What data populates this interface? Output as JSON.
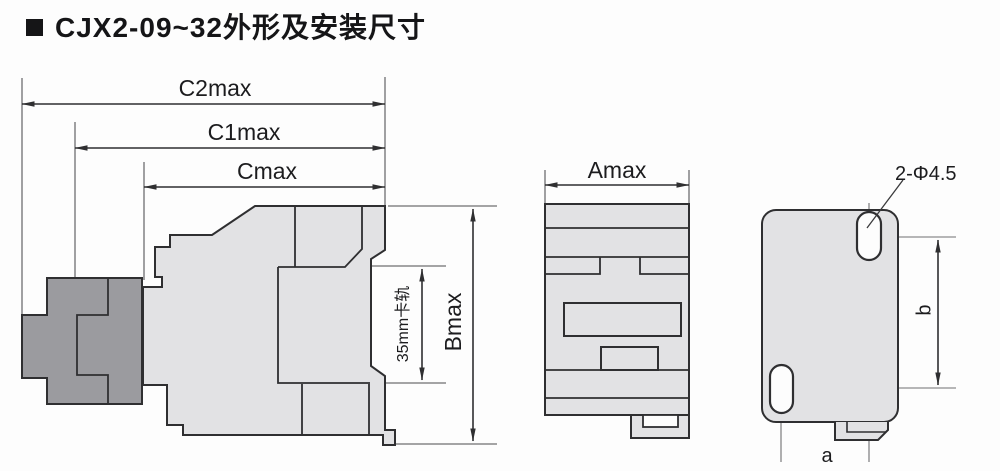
{
  "title": "CJX2-09~32外形及安装尺寸",
  "side_view": {
    "labels": {
      "c2max": "C2max",
      "c1max": "C1max",
      "cmax": "Cmax",
      "bmax": "Bmax",
      "din_rail": "35mm卡轨"
    }
  },
  "front_view": {
    "labels": {
      "amax": "Amax"
    }
  },
  "mounting_view": {
    "labels": {
      "holes": "2-Φ4.5",
      "dim_b": "b",
      "dim_a": "a"
    }
  },
  "colors": {
    "background": "#fdfdfd",
    "body_fill": "#e2e2e4",
    "accessory_fill": "#9b9b9f",
    "outline": "#2f2f31",
    "dimension_line": "#333335",
    "thin_line": "#6f6f71",
    "text": "#1c1c1e"
  }
}
